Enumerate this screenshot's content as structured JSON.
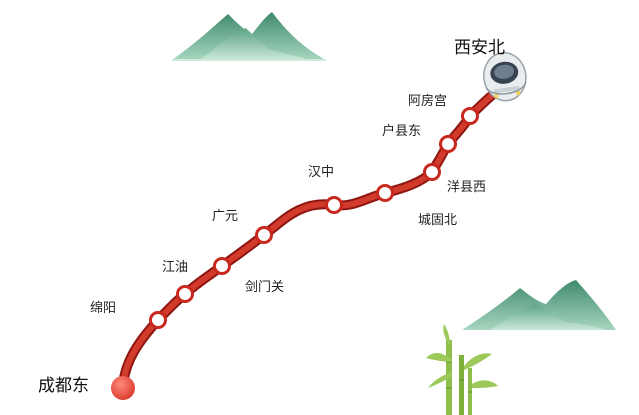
{
  "route": {
    "terminus_start": "成都东",
    "terminus_end": "西安北",
    "stations": [
      {
        "id": "chengdudong",
        "name": "成都东"
      },
      {
        "id": "mianyang",
        "name": "绵阳"
      },
      {
        "id": "jiangyou",
        "name": "江油"
      },
      {
        "id": "jianmenguan",
        "name": "剑门关"
      },
      {
        "id": "guangyuan",
        "name": "广元"
      },
      {
        "id": "hanzhong",
        "name": "汉中"
      },
      {
        "id": "chengguobei",
        "name": "城固北"
      },
      {
        "id": "yangxianxi",
        "name": "洋县西"
      },
      {
        "id": "huxiandong",
        "name": "户县东"
      },
      {
        "id": "efanggong",
        "name": "阿房宫"
      },
      {
        "id": "xianbei",
        "name": "西安北"
      }
    ]
  },
  "colors": {
    "line": "#c8281e",
    "line_dark": "#9e1a12",
    "terminus": "#e2483a",
    "mountain": "#4e9a7a",
    "mountain_light": "#8cc4a8",
    "bamboo": "#8fbf4a"
  },
  "icons": {
    "train": "high-speed-train-icon",
    "mountains": "mountain-illustration",
    "bamboo": "bamboo-illustration"
  }
}
